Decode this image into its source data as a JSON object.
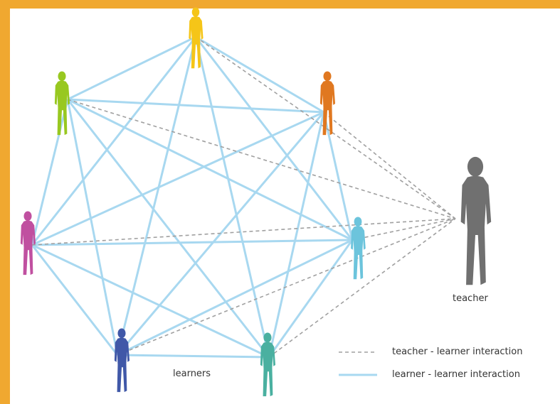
{
  "colors": {
    "frame": "#F0A830",
    "learner_line": "#A8D8F0",
    "teacher_line": "#A0A0A0",
    "teacher_figure": "#707070"
  },
  "labels": {
    "teacher": "teacher",
    "learners": "learners"
  },
  "legend": {
    "teacher_learner": "teacher - learner interaction",
    "learner_learner": "learner - learner interaction"
  },
  "learners": [
    {
      "name": "learner-yellow",
      "color": "#F5C518"
    },
    {
      "name": "learner-orange",
      "color": "#E07820"
    },
    {
      "name": "learner-cyan",
      "color": "#6CC4DC"
    },
    {
      "name": "learner-teal",
      "color": "#4AB0A0"
    },
    {
      "name": "learner-blue",
      "color": "#4058A8"
    },
    {
      "name": "learner-magenta",
      "color": "#C050A0"
    },
    {
      "name": "learner-green",
      "color": "#98C820"
    }
  ]
}
